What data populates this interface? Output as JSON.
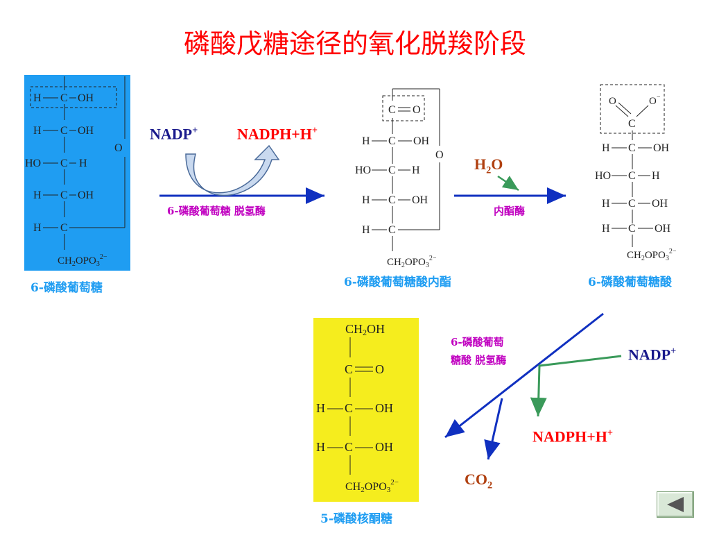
{
  "title": "磷酸戊糖途径的氧化脱羧阶段",
  "molecules": {
    "g6p": "6-磷酸葡萄糖",
    "lactone": "6-磷酸葡萄糖酸内酯",
    "gluconate": "6-磷酸葡萄糖酸",
    "ru5p": "5-磷酸核酮糖"
  },
  "enzymes": {
    "g6pd": "6-磷酸葡萄糖 脱氢酶",
    "lactonase": "内酯酶",
    "pgd_line1": "6-磷酸葡萄",
    "pgd_line2": "糖酸 脱氢酶"
  },
  "reagents": {
    "nadp_base": "NADP",
    "nadp_sup": "+",
    "nadph_base": "NADPH+H",
    "nadph_sup": "+",
    "water_h": "H",
    "water_sub": "2",
    "water_o": "O",
    "co2_base": "CO",
    "co2_sub": "2"
  },
  "colors": {
    "title": "#ff0000",
    "nadp": "#1a1a8c",
    "nadph": "#ff0000",
    "water": "#b04010",
    "co2": "#b04010",
    "caption": "#1f9df2",
    "enzyme": "#c000c0",
    "arrow_blue": "#1030c0",
    "arrow_green": "#3a9a5a",
    "box_blue": "#1f9df2",
    "box_yellow": "#f5ed1e"
  },
  "nav": {
    "back_icon": "triangle-left-icon"
  }
}
